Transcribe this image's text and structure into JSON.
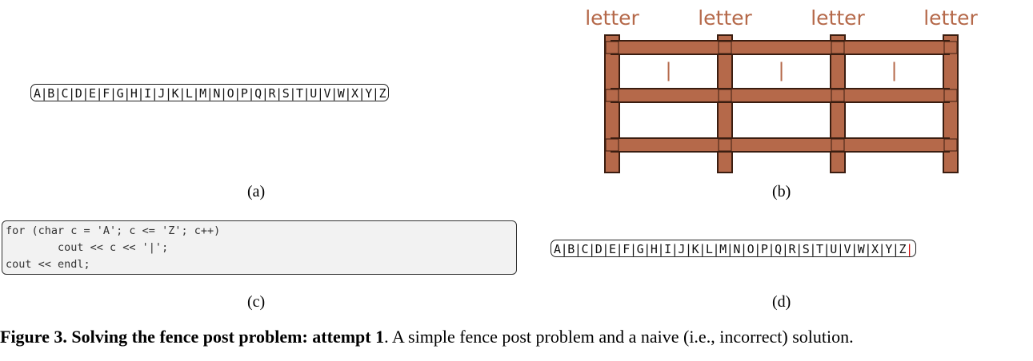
{
  "panel_a": {
    "alphabet": "A|B|C|D|E|F|G|H|I|J|K|L|M|N|O|P|Q|R|S|T|U|V|W|X|Y|Z",
    "label": "(a)"
  },
  "panel_b": {
    "post_labels": [
      "letter",
      "letter",
      "letter",
      "letter"
    ],
    "bar_symbol": "|",
    "label": "(b)",
    "colors": {
      "wood": "#b5694a",
      "wood_outline": "#3a1d10",
      "text": "#b5694a"
    }
  },
  "panel_c": {
    "code_lines": [
      "for (char c = 'A'; c <= 'Z'; c++)",
      "        cout << c << '|';",
      "cout << endl;"
    ],
    "label": "(c)"
  },
  "panel_d": {
    "alphabet": "A|B|C|D|E|F|G|H|I|J|K|L|M|N|O|P|Q|R|S|T|U|V|W|X|Y|Z",
    "trailing_pipe": "|",
    "label": "(d)",
    "colors": {
      "trailing_pipe": "#d01010"
    }
  },
  "caption": {
    "bold": "Figure 3. Solving the fence post problem: attempt 1",
    "rest": ". A simple fence post problem and a naive (i.e., incorrect) solution."
  }
}
